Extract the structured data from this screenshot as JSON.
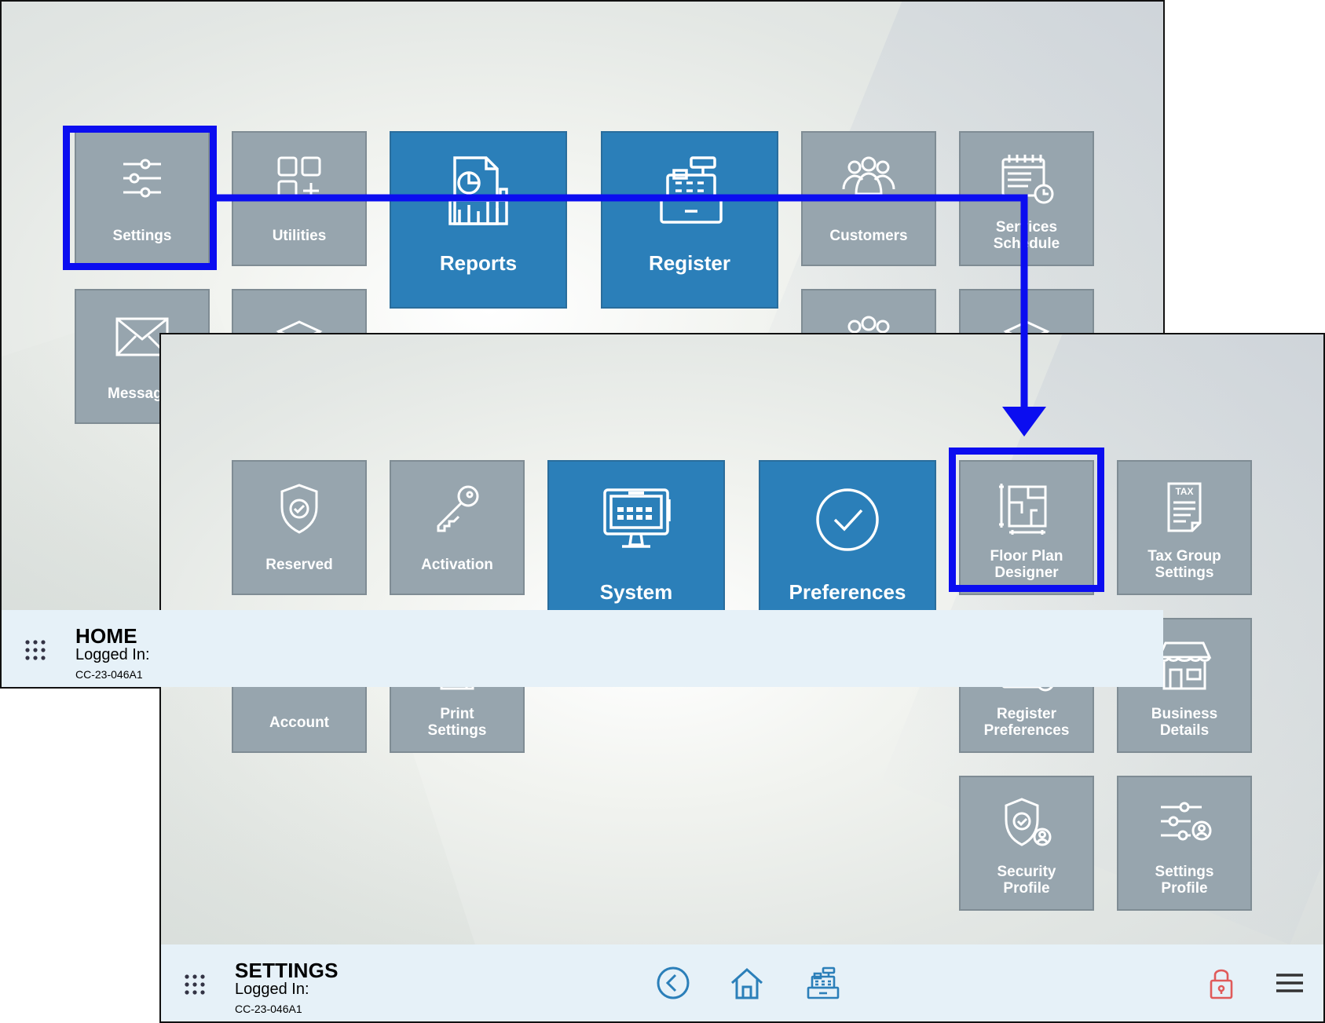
{
  "home": {
    "tiles": {
      "settings": "Settings",
      "utilities": "Utilities",
      "reports": "Reports",
      "register": "Register",
      "customers": "Customers",
      "services_schedule_l1": "Services",
      "services_schedule_l2": "Schedule",
      "messages": "Messag"
    },
    "status": {
      "title": "HOME",
      "logged_in": "Logged In:",
      "terminal": "CC-23-046A1"
    }
  },
  "settings": {
    "tiles": {
      "reserved": "Reserved",
      "activation": "Activation",
      "system": "System",
      "preferences": "Preferences",
      "floor_plan_l1": "Floor Plan",
      "floor_plan_l2": "Designer",
      "tax_group_l1": "Tax Group",
      "tax_group_l2": "Settings",
      "account": "Account",
      "print_settings_l1": "Print",
      "print_settings_l2": "Settings",
      "register_prefs_l1": "Register",
      "register_prefs_l2": "Preferences",
      "business_details_l1": "Business",
      "business_details_l2": "Details",
      "security_profile_l1": "Security",
      "security_profile_l2": "Profile",
      "settings_profile_l1": "Settings",
      "settings_profile_l2": "Profile",
      "tax_icon_text": "TAX"
    },
    "status": {
      "title": "SETTINGS",
      "logged_in": "Logged In:",
      "terminal": "CC-23-046A1"
    }
  },
  "colors": {
    "tile_gray": "#97a5ae",
    "tile_blue": "#2b7fb9",
    "highlight": "#0b0df0",
    "statusbar": "#e6f1f8",
    "lock_red": "#e05a5a",
    "nav_blue": "#2b7fb9"
  }
}
